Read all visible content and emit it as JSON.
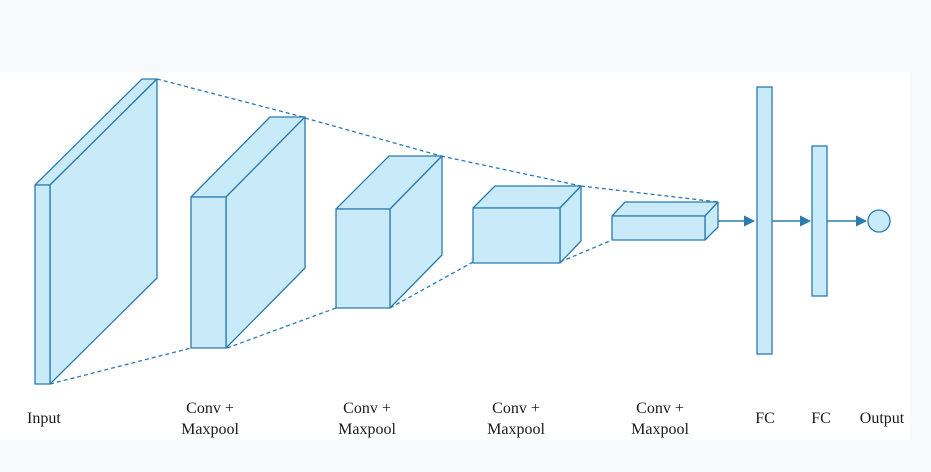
{
  "colors": {
    "block_fill": "#c9ebf9",
    "block_stroke": "#2b7bb0",
    "connector": "#2b7bb0",
    "text": "#1a1a1a"
  },
  "labels": {
    "input": "Input",
    "conv_blocks": [
      {
        "line1": "Conv +",
        "line2": "Maxpool"
      },
      {
        "line1": "Conv +",
        "line2": "Maxpool"
      },
      {
        "line1": "Conv +",
        "line2": "Maxpool"
      },
      {
        "line1": "Conv +",
        "line2": "Maxpool"
      }
    ],
    "fc1": "FC",
    "fc2": "FC",
    "output": "Output"
  }
}
